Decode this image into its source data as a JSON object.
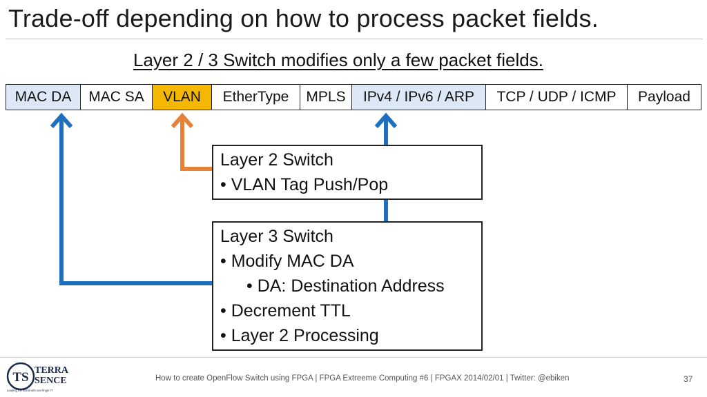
{
  "slide": {
    "title": "Trade-off depending on how to process packet fields.",
    "subtitle": "Layer 2 / 3 Switch modifies only a few packet fields."
  },
  "fields": [
    {
      "label": "MAC DA",
      "highlight": "blue"
    },
    {
      "label": "MAC SA",
      "highlight": "none"
    },
    {
      "label": "VLAN",
      "highlight": "orange"
    },
    {
      "label": "EtherType",
      "highlight": "none"
    },
    {
      "label": "MPLS",
      "highlight": "none"
    },
    {
      "label": "IPv4 / IPv6 / ARP",
      "highlight": "blue"
    },
    {
      "label": "TCP / UDP / ICMP",
      "highlight": "none"
    },
    {
      "label": "Payload",
      "highlight": "none"
    }
  ],
  "layer2_box": {
    "heading": "Layer 2 Switch",
    "items": [
      "• VLAN Tag Push/Pop"
    ]
  },
  "layer3_box": {
    "heading": "Layer 3 Switch",
    "item1": "• Modify MAC DA",
    "sub1": "• DA: Destination Address",
    "item2": "• Decrement TTL",
    "item3": "• Layer 2 Processing"
  },
  "colors": {
    "blue_arrow": "#1f6fbf",
    "orange_arrow": "#e5823a",
    "blue_fill": "#dce8f5",
    "orange_fill": "#f5b700"
  },
  "footer": {
    "text": "How to create OpenFlow Switch using FPGA  |  FPGA Extreeme Computing #6  |  FPGAX 2014/02/01  |  Twitter: @ebiken",
    "page": "37",
    "logo_letters": "TS",
    "logo_word1": "TERRA",
    "logo_word2": "SENCE",
    "logo_tagline": "Leading the world with one-finger IT"
  }
}
